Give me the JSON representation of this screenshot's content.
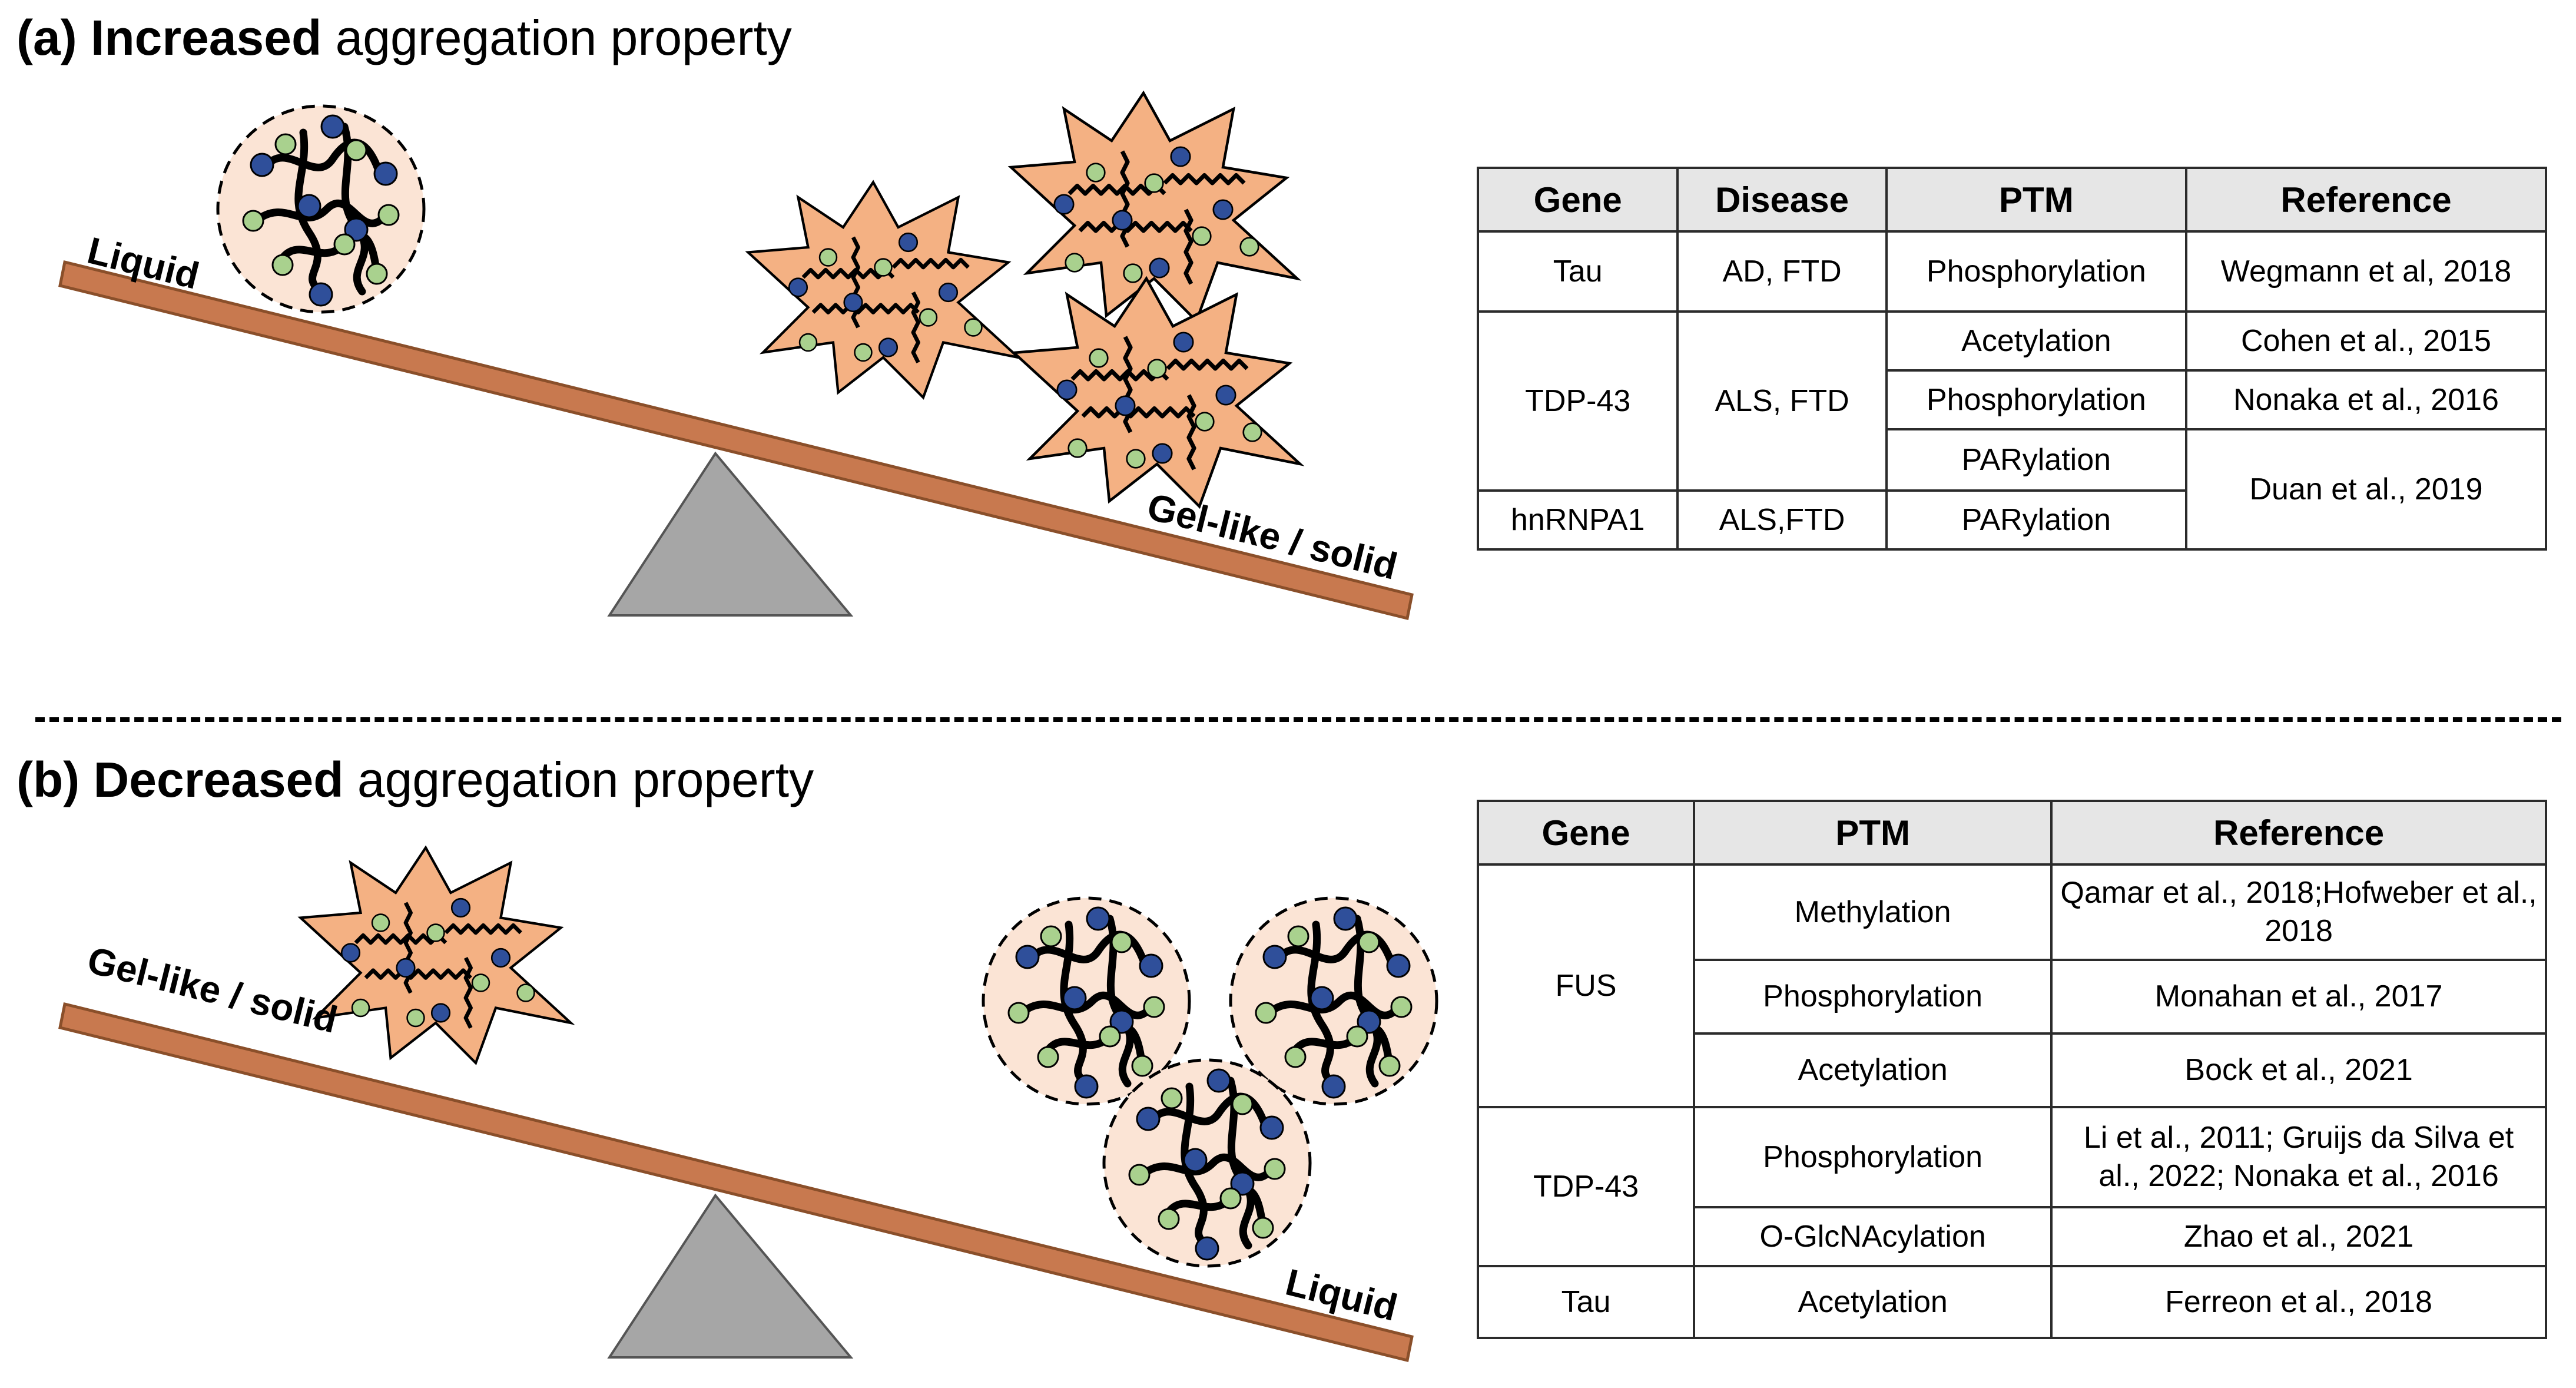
{
  "panel_a": {
    "label": "(a)",
    "bold": "Increased",
    "rest": "aggregation property",
    "seesaw_left": "Liquid",
    "seesaw_right": "Gel-like / solid",
    "table": {
      "headers": [
        "Gene",
        "Disease",
        "PTM",
        "Reference"
      ],
      "r1": {
        "gene": "Tau",
        "disease": "AD, FTD",
        "ptm": "Phosphorylation",
        "ref": "Wegmann et al, 2018"
      },
      "r2": {
        "gene": "TDP-43",
        "disease": "ALS, FTD",
        "ptm": "Acetylation",
        "ref": "Cohen et al., 2015"
      },
      "r3": {
        "ptm": "Phosphorylation",
        "ref": "Nonaka et al., 2016"
      },
      "r4": {
        "ptm": "PARylation",
        "ref": "Duan et al., 2019"
      },
      "r5": {
        "gene": "hnRNPA1",
        "disease": "ALS,FTD",
        "ptm": "PARylation"
      }
    }
  },
  "panel_b": {
    "label": "(b)",
    "bold": "Decreased",
    "rest": "aggregation property",
    "seesaw_left": "Gel-like / solid",
    "seesaw_right": "Liquid",
    "table": {
      "headers": [
        "Gene",
        "PTM",
        "Reference"
      ],
      "r1": {
        "gene": "FUS",
        "ptm": "Methylation",
        "ref": "Qamar et al., 2018;Hofweber et al., 2018"
      },
      "r2": {
        "ptm": "Phosphorylation",
        "ref": "Monahan et al., 2017"
      },
      "r3": {
        "ptm": "Acetylation",
        "ref": "Bock et al., 2021"
      },
      "r4": {
        "gene": "TDP-43",
        "ptm": "Phosphorylation",
        "ref": "Li et al., 2011; Gruijs da Silva et al., 2022; Nonaka et al., 2016"
      },
      "r5": {
        "ptm": "O-GlcNAcylation",
        "ref": "Zhao et al., 2021"
      },
      "r6": {
        "gene": "Tau",
        "ptm": "Acetylation",
        "ref": "Ferreon et al., 2018"
      }
    }
  },
  "colors": {
    "beam": "#c8794f",
    "beam_edge": "#8a4f2a",
    "fulcrum": "#a6a6a6",
    "droplet_fill": "#fbe4d5",
    "aggregate_fill": "#f4b183",
    "blue_dot": "#2f4f9a",
    "green_dot": "#a9d18e"
  },
  "icons": [
    "liquid-droplet-icon",
    "gel-aggregate-icon",
    "fulcrum-icon"
  ]
}
